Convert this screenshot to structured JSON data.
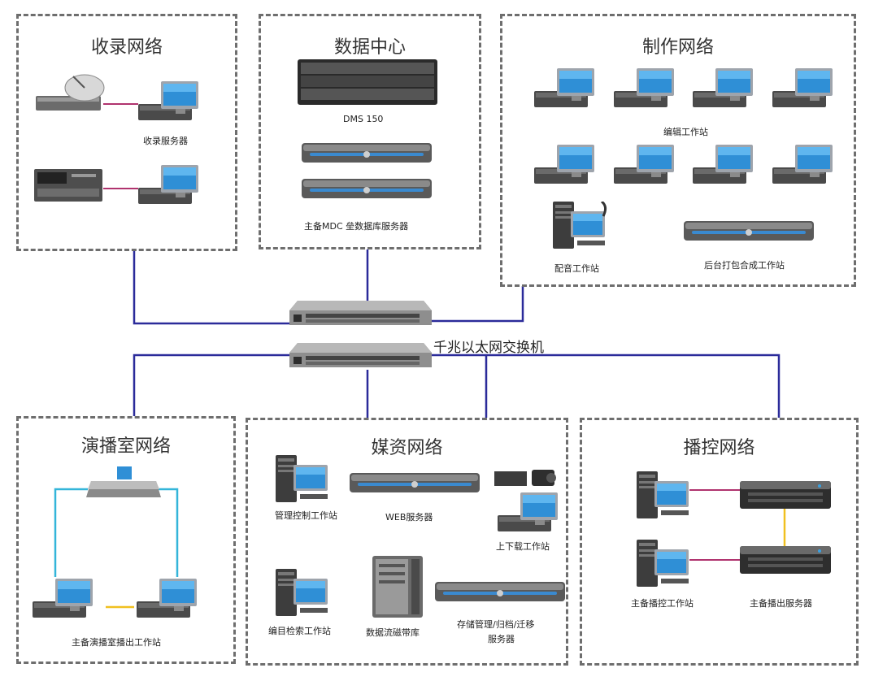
{
  "panels": {
    "recording": {
      "title": "收录网络",
      "label_server": "收录服务器"
    },
    "datacenter": {
      "title": "数据中心",
      "label_dms": "DMS 150",
      "label_mdc": "主备MDC 垒数据库服务器"
    },
    "production": {
      "title": "制作网络",
      "label_edit": "编辑工作站",
      "label_dub": "配音工作站",
      "label_pack": "后台打包合成工作站"
    },
    "studio": {
      "title": "演播室网络",
      "label_ws": "主备演播室播出工作站"
    },
    "media": {
      "title": "媒资网络",
      "label_mgmt": "管理控制工作站",
      "label_web": "WEB服务器",
      "label_updown": "上下载工作站",
      "label_catalog": "编目检索工作站",
      "label_tape": "数据流磁带库",
      "label_storage_1": "存储管理/归档/迁移",
      "label_storage_2": "服务器"
    },
    "playout": {
      "title": "播控网络",
      "label_ctrl": "主备播控工作站",
      "label_srv": "主备播出服务器"
    }
  },
  "switch_label": "千兆以太网交换机",
  "colors": {
    "border": "#6e6e6e",
    "link_blue": "#2b2b9a",
    "link_cyan": "#33b5d9",
    "link_pink": "#b0336e",
    "link_yellow": "#f0c020"
  }
}
